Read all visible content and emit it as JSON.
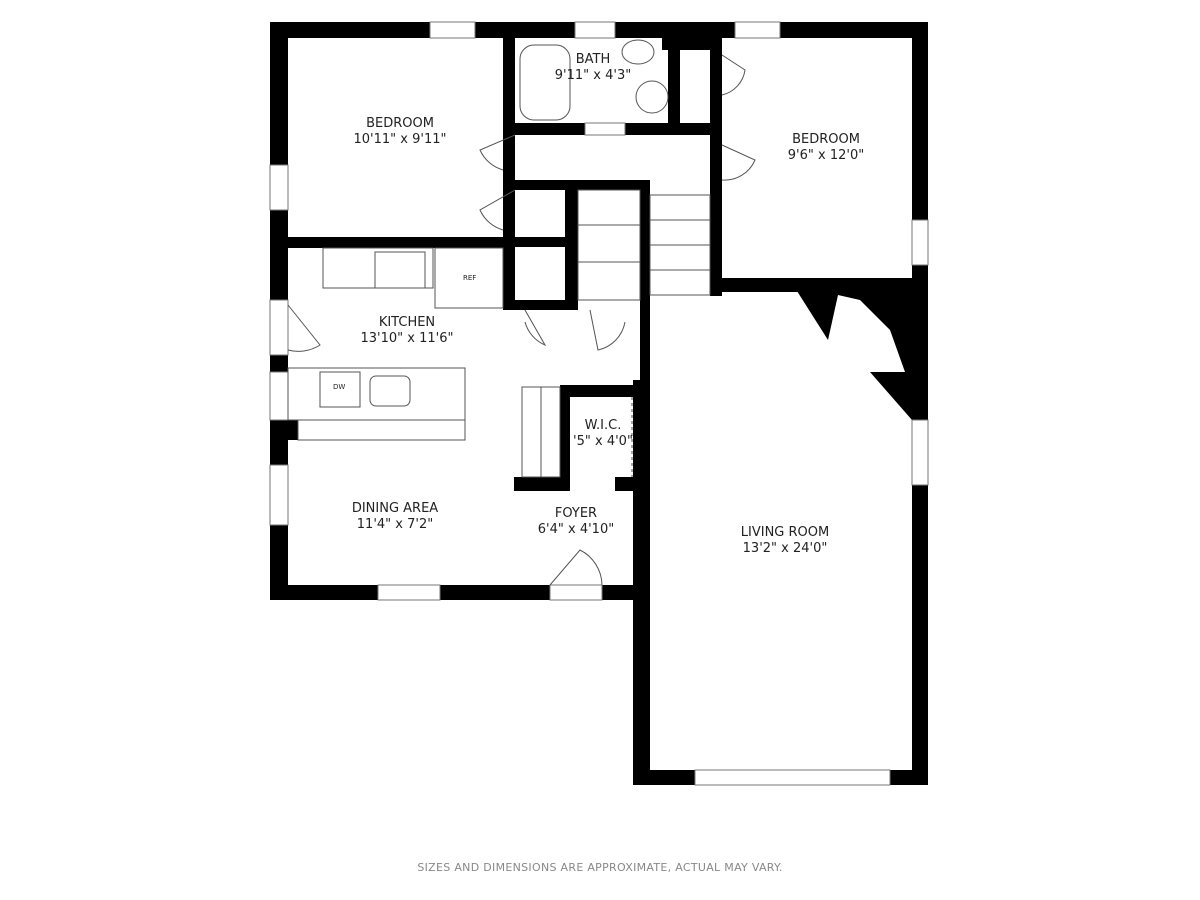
{
  "rooms": [
    {
      "name": "BEDROOM",
      "size": "10'11\" x 9'11\""
    },
    {
      "name": "BATH",
      "size": "9'11\" x 4'3\""
    },
    {
      "name": "BEDROOM",
      "size": "9'6\" x 12'0\""
    },
    {
      "name": "KITCHEN",
      "size": "13'10\" x 11'6\""
    },
    {
      "name": "W.I.C.",
      "size": "'5\" x 4'0\""
    },
    {
      "name": "DINING AREA",
      "size": "11'4\" x 7'2\""
    },
    {
      "name": "FOYER",
      "size": "6'4\" x 4'10\""
    },
    {
      "name": "LIVING ROOM",
      "size": "13'2\" x 24'0\""
    }
  ],
  "appliances": {
    "fridge": "REF",
    "dishwasher": "DW"
  },
  "footer": "SIZES AND DIMENSIONS ARE APPROXIMATE, ACTUAL MAY VARY."
}
